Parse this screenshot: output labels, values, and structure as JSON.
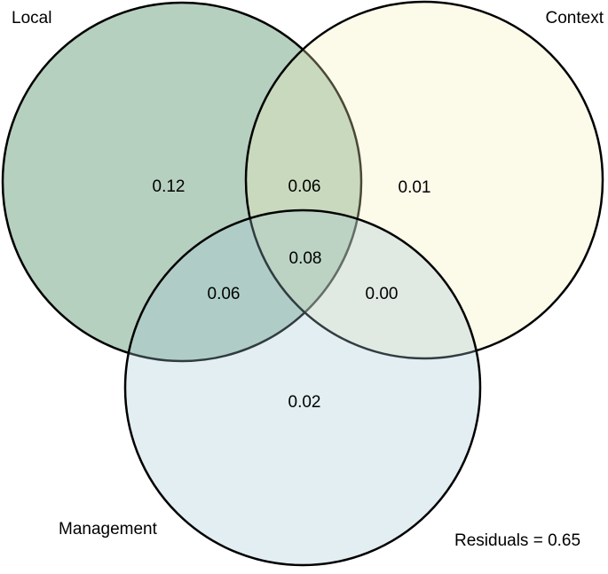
{
  "figure": {
    "background": "#ffffff",
    "stroke_color": "#000000",
    "fill_opacity": "0.30",
    "text_color": "#000000"
  },
  "sets": {
    "local": {
      "label": "Local",
      "fill": "#0c6230"
    },
    "context": {
      "label": "Context",
      "fill": "#f5eeb6"
    },
    "management": {
      "label": "Management",
      "fill": "#9ec6d4"
    }
  },
  "regions": {
    "local_only": "0.12",
    "local_context": "0.06",
    "context_only": "0.01",
    "local_context_management": "0.08",
    "local_management": "0.06",
    "context_management": "0.00",
    "management_only": "0.02"
  },
  "residuals": {
    "label": "Residuals = 0.65",
    "value": 0.65
  },
  "chart_data": {
    "type": "venn",
    "title": "",
    "sets": [
      "Local",
      "Context",
      "Management"
    ],
    "regions": [
      {
        "sets": [
          "Local"
        ],
        "value": 0.12
      },
      {
        "sets": [
          "Context"
        ],
        "value": 0.01
      },
      {
        "sets": [
          "Management"
        ],
        "value": 0.02
      },
      {
        "sets": [
          "Local",
          "Context"
        ],
        "value": 0.06
      },
      {
        "sets": [
          "Local",
          "Management"
        ],
        "value": 0.06
      },
      {
        "sets": [
          "Context",
          "Management"
        ],
        "value": 0.0
      },
      {
        "sets": [
          "Local",
          "Context",
          "Management"
        ],
        "value": 0.08
      }
    ],
    "residuals": 0.65,
    "legend_position": "none",
    "grid": false,
    "colors": {
      "Local": "#0c6230",
      "Context": "#f5eeb6",
      "Management": "#9ec6d4"
    },
    "fill_opacity": 0.3,
    "outline_color": "#000000"
  }
}
